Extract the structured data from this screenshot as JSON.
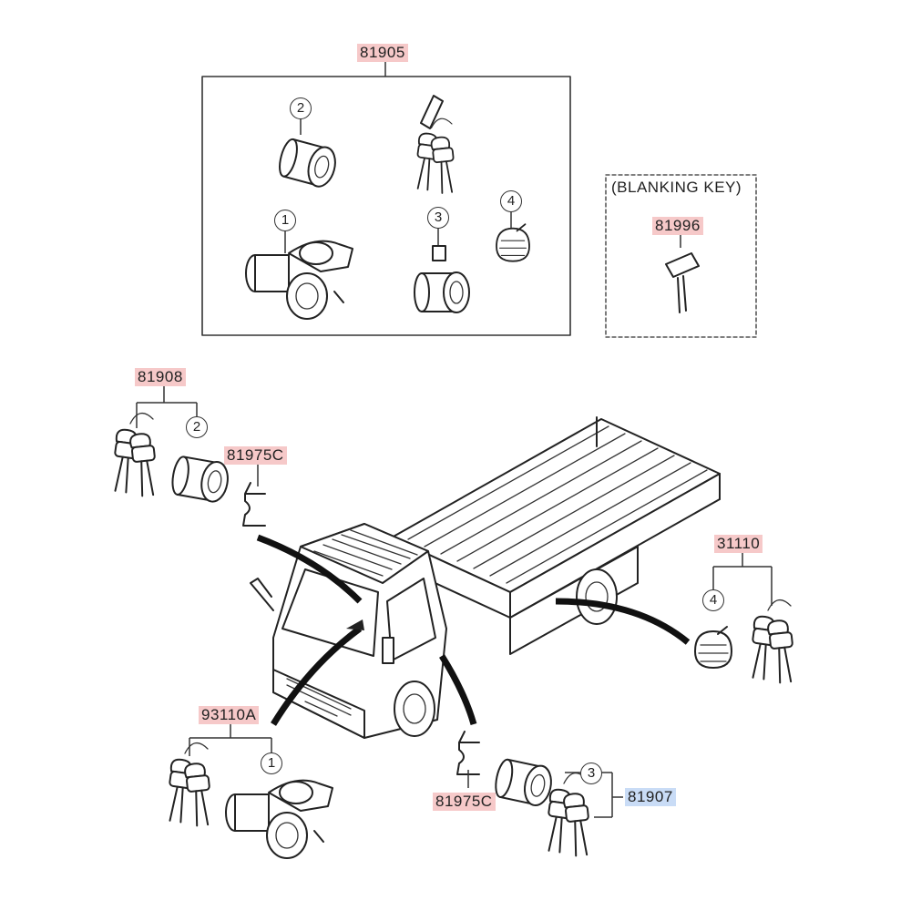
{
  "parts": {
    "kit_top": "81905",
    "blanking_header": "(BLANKING KEY)",
    "blanking_key": "81996",
    "left_lock": "81908",
    "clip_top": "81975C",
    "fuel_cap": "31110",
    "ignition": "93110A",
    "clip_bottom": "81975C",
    "door_lock_bottom": "81907"
  },
  "callouts": {
    "kit_2": "2",
    "kit_1": "1",
    "kit_3": "3",
    "kit_4": "4",
    "left_2": "2",
    "fuel_4": "4",
    "ign_1": "1",
    "door_3": "3"
  },
  "colors": {
    "red_label_bg": "#f6c9c9",
    "blue_label_bg": "#c9dcf6"
  }
}
